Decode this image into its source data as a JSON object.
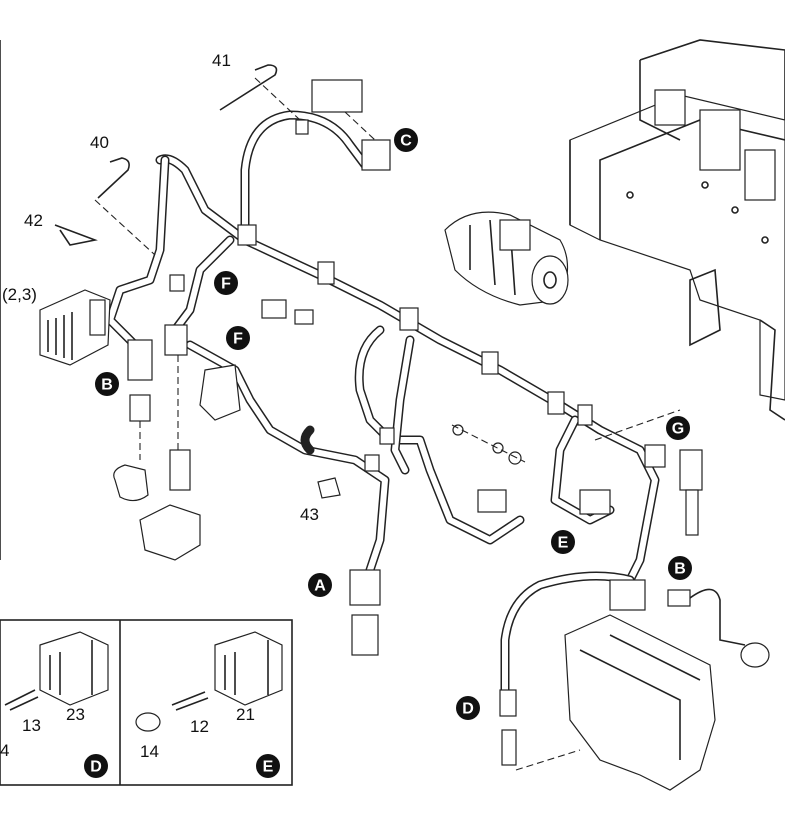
{
  "part_labels": {
    "p41": "41",
    "p40": "40",
    "p42": "42",
    "p23_group": "(2,3)",
    "p43": "43",
    "p13": "13",
    "p23": "23",
    "p4": "4",
    "p14": "14",
    "p12": "12",
    "p21": "21"
  },
  "callouts": {
    "a": "A",
    "b1": "B",
    "b2": "B",
    "c": "C",
    "d1": "D",
    "d2": "D",
    "e1": "E",
    "e2": "E",
    "f1": "F",
    "f2": "F",
    "g": "G"
  }
}
